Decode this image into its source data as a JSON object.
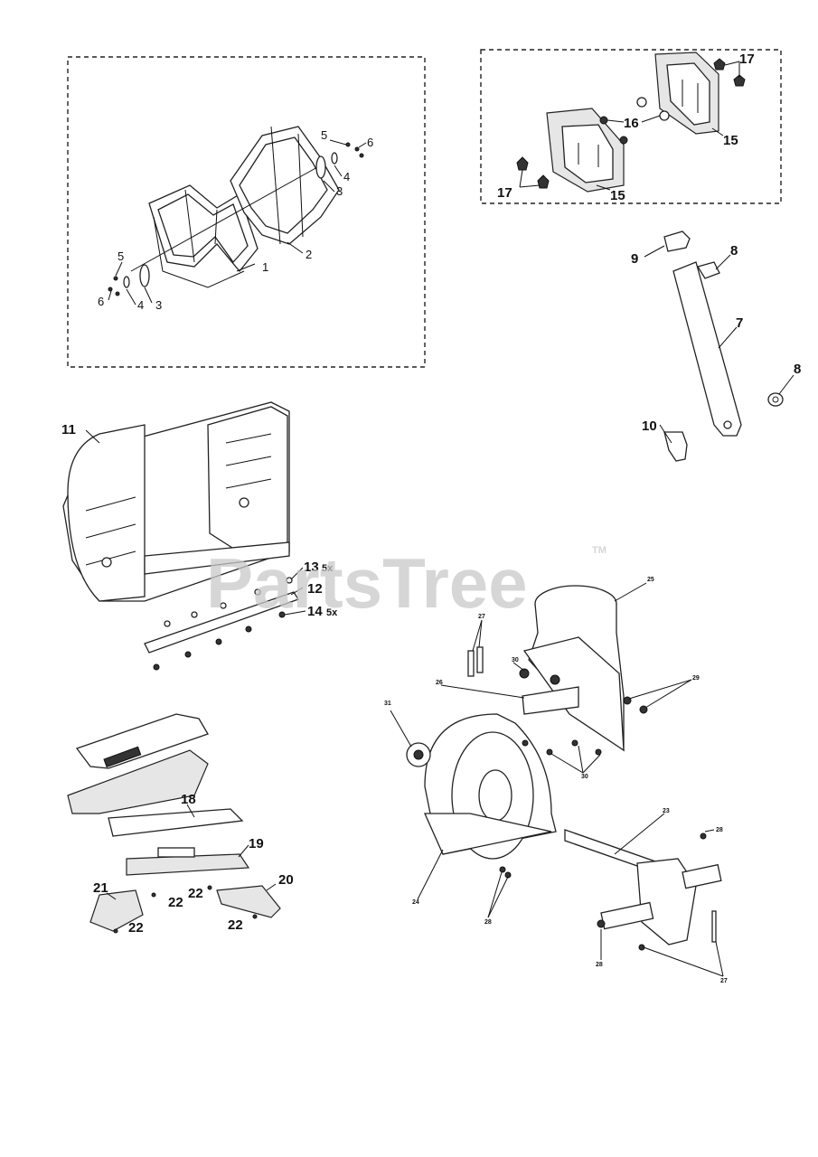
{
  "watermark": {
    "brand": "PartsTree",
    "tm": "TM"
  },
  "labels": {
    "auger_1": "1",
    "auger_2": "2",
    "auger_3a": "3",
    "auger_3b": "3",
    "auger_4a": "4",
    "auger_4b": "4",
    "auger_5a": "5",
    "auger_5b": "5",
    "auger_6a": "6",
    "auger_6b": "6",
    "skid_15a": "15",
    "skid_15b": "15",
    "skid_16": "16",
    "skid_17a": "17",
    "skid_17b": "17",
    "lever_7": "7",
    "lever_8a": "8",
    "lever_8b": "8",
    "lever_9": "9",
    "lever_10": "10",
    "housing_11": "11",
    "housing_12": "12",
    "housing_13": "13",
    "housing_13_qty": "5x",
    "housing_14": "14",
    "housing_14_qty": "5x",
    "handle_18": "18",
    "handle_19": "19",
    "handle_20": "20",
    "handle_21": "21",
    "handle_22a": "22",
    "handle_22b": "22",
    "handle_22c": "22",
    "imp_23": "23",
    "imp_24": "24",
    "imp_25": "25",
    "imp_26": "26",
    "imp_27a": "27",
    "imp_27b": "27",
    "imp_28a": "28",
    "imp_28b": "28",
    "imp_28c": "28",
    "imp_29": "29",
    "imp_30a": "30",
    "imp_30b": "30",
    "imp_31": "31"
  }
}
